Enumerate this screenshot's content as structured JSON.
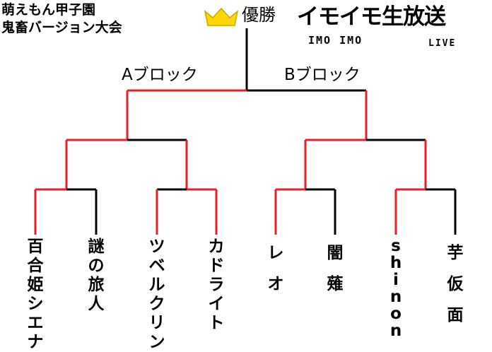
{
  "title": {
    "line1": "萌えもん甲子園",
    "line2": "鬼畜バージョン大会"
  },
  "champion": {
    "label": "優勝",
    "crown_color": "#ffd700"
  },
  "logo": {
    "main": "イモイモ生放送",
    "sub_left": "IMO IMO",
    "sub_right": "LIVE"
  },
  "blocks": {
    "a_label": "Aブロック",
    "b_label": "Bブロック"
  },
  "players": [
    {
      "name": "百合姫シエナ",
      "winner": true
    },
    {
      "name": "謎の旅人",
      "winner": false
    },
    {
      "name": "ツベルクリン",
      "winner": true
    },
    {
      "name": "カドライト",
      "winner": false
    },
    {
      "name": "レオ",
      "winner": true
    },
    {
      "name": "闇薙",
      "winner": false
    },
    {
      "name": "shinon",
      "winner": true
    },
    {
      "name": "芋仮面",
      "winner": false
    }
  ],
  "colors": {
    "winner_line": "#e8202a",
    "loser_line": "#000000"
  }
}
